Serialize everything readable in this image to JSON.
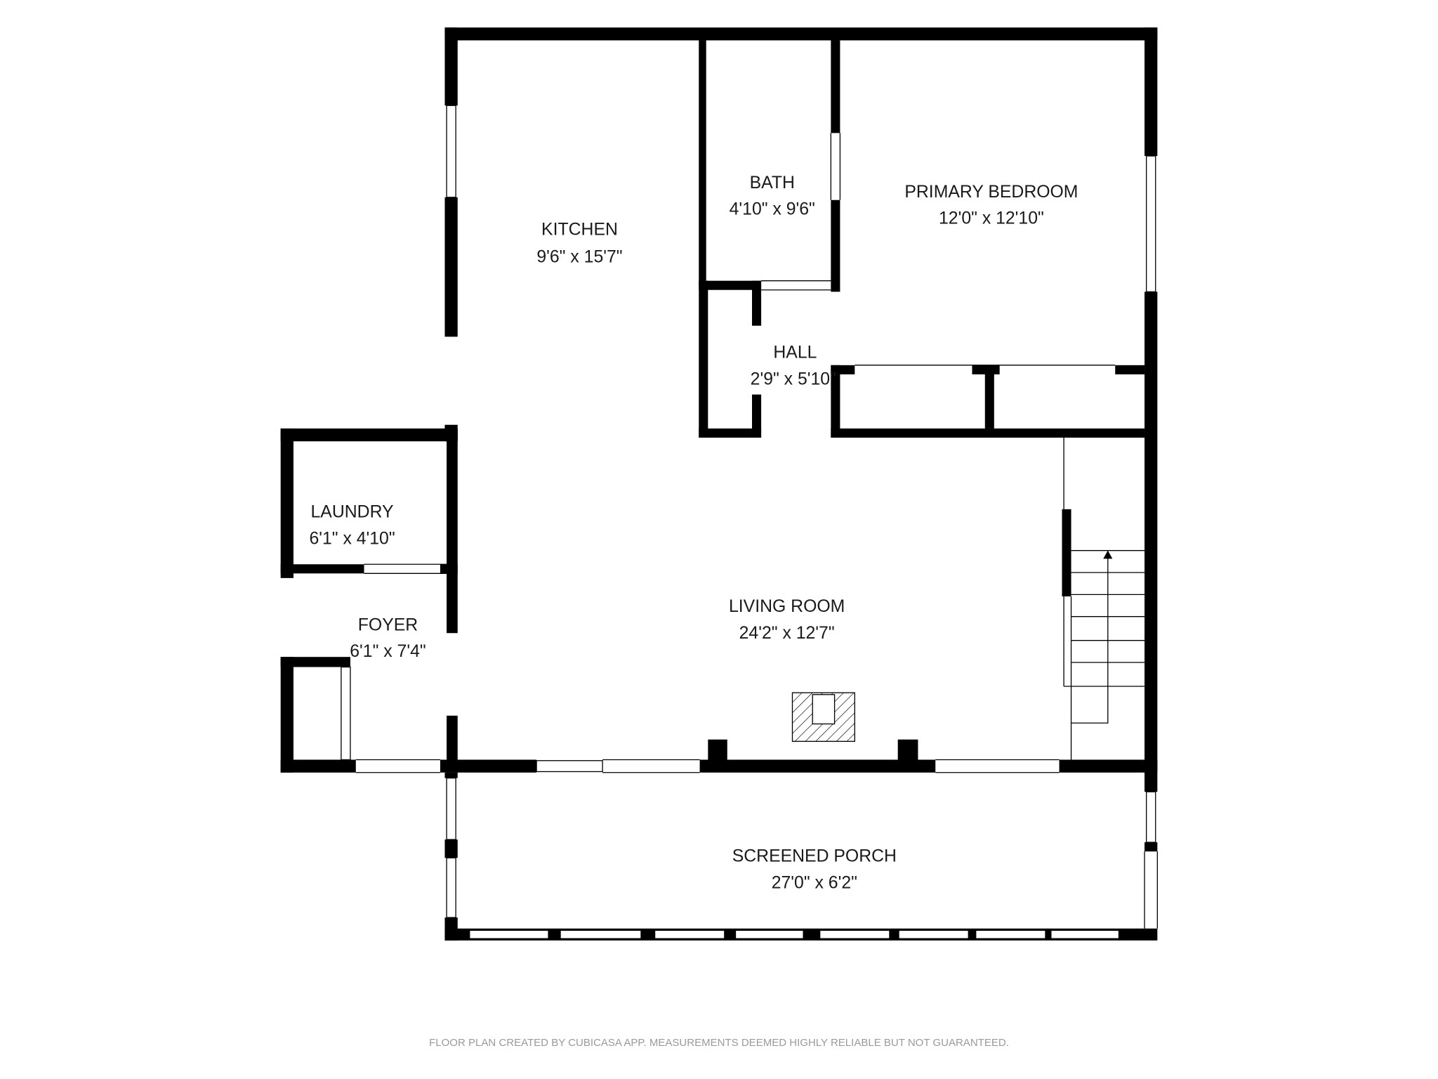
{
  "rooms": [
    {
      "name": "KITCHEN",
      "dims": "9'6\" x 15'7\""
    },
    {
      "name": "BATH",
      "dims": "4'10\" x 9'6\""
    },
    {
      "name": "PRIMARY BEDROOM",
      "dims": "12'0\" x 12'10\""
    },
    {
      "name": "HALL",
      "dims": "2'9\" x 5'10\""
    },
    {
      "name": "LAUNDRY",
      "dims": "6'1\" x 4'10\""
    },
    {
      "name": "FOYER",
      "dims": "6'1\" x 7'4\""
    },
    {
      "name": "LIVING ROOM",
      "dims": "24'2\" x 12'7\""
    },
    {
      "name": "SCREENED PORCH",
      "dims": "27'0\" x 6'2\""
    }
  ],
  "footer": "FLOOR PLAN CREATED BY CUBICASA APP. MEASUREMENTS DEEMED HIGHLY RELIABLE BUT NOT GUARANTEED.",
  "colors": {
    "wall": "#000000",
    "background": "#ffffff",
    "footer": "#9a9a9a"
  }
}
